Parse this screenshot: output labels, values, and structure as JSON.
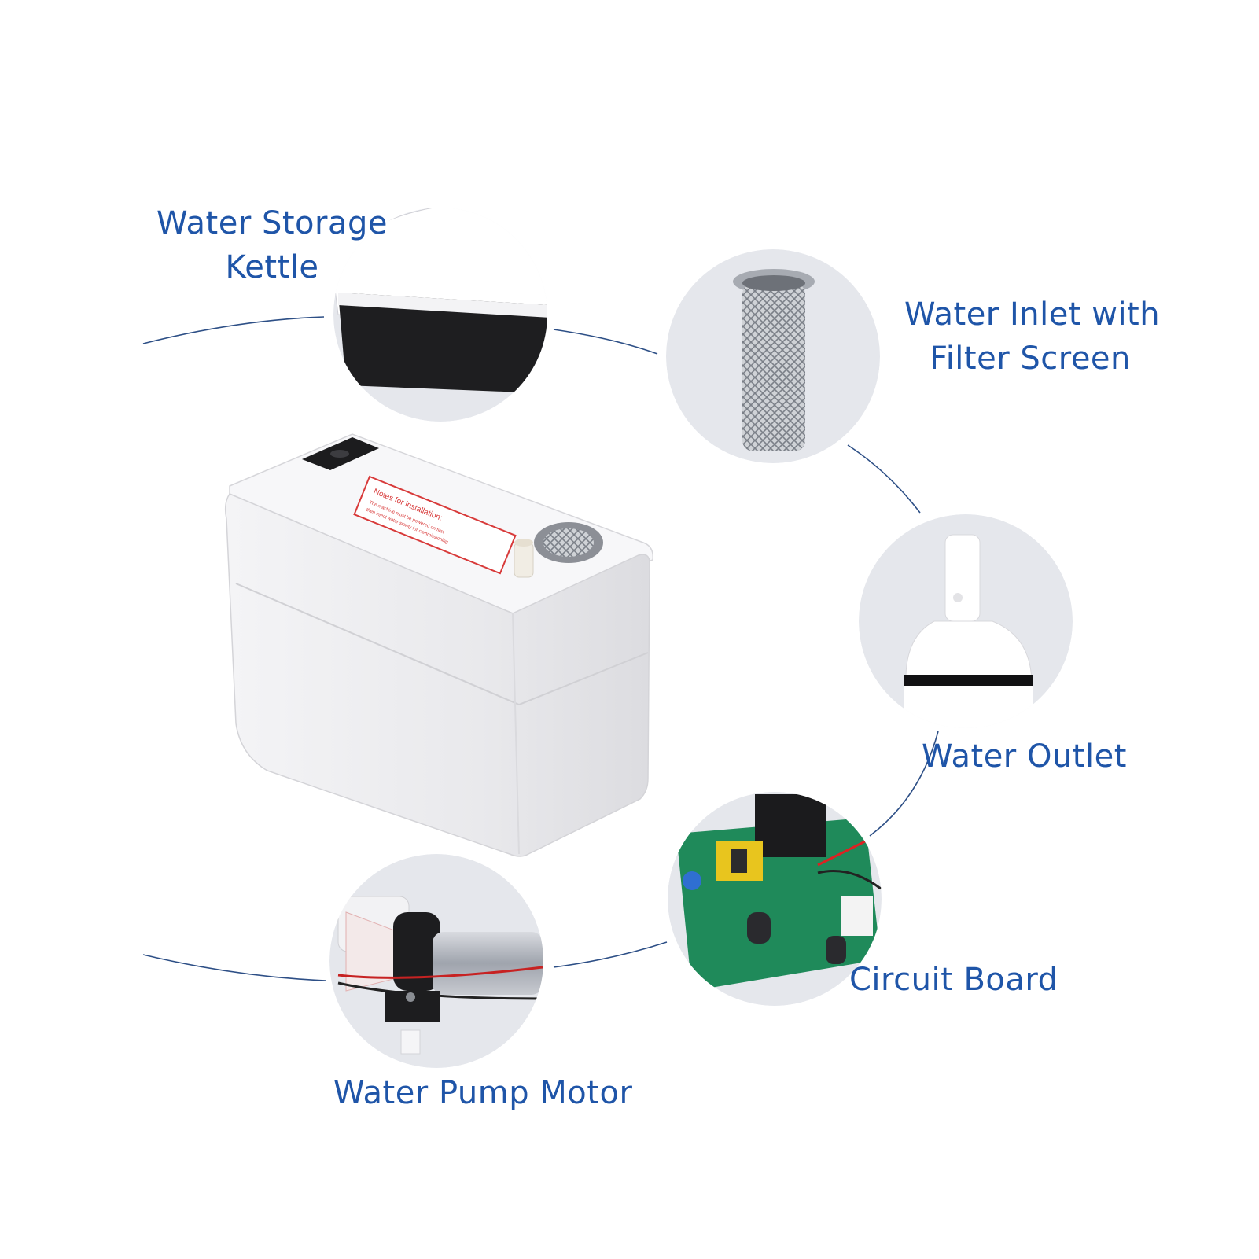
{
  "labels": {
    "kettle": {
      "line1": "Water Storage",
      "line2": "Kettle"
    },
    "inlet": {
      "line1": "Water Inlet with",
      "line2": "Filter Screen"
    },
    "outlet": "Water Outlet",
    "board": "Circuit Board",
    "motor": "Water Pump Motor"
  },
  "notice": {
    "title": "Notes for installation:",
    "line1": "The machine must be powered on first,",
    "line2": "then inject water slowly for commissioning"
  },
  "colors": {
    "label": "#1f55a8",
    "leader_line": "#2d4f86",
    "bubble_bg": "#e5e7ec",
    "device_body": "#ededf0",
    "notice_red": "#d83a3a",
    "pcb_green": "#1f8a5a"
  }
}
